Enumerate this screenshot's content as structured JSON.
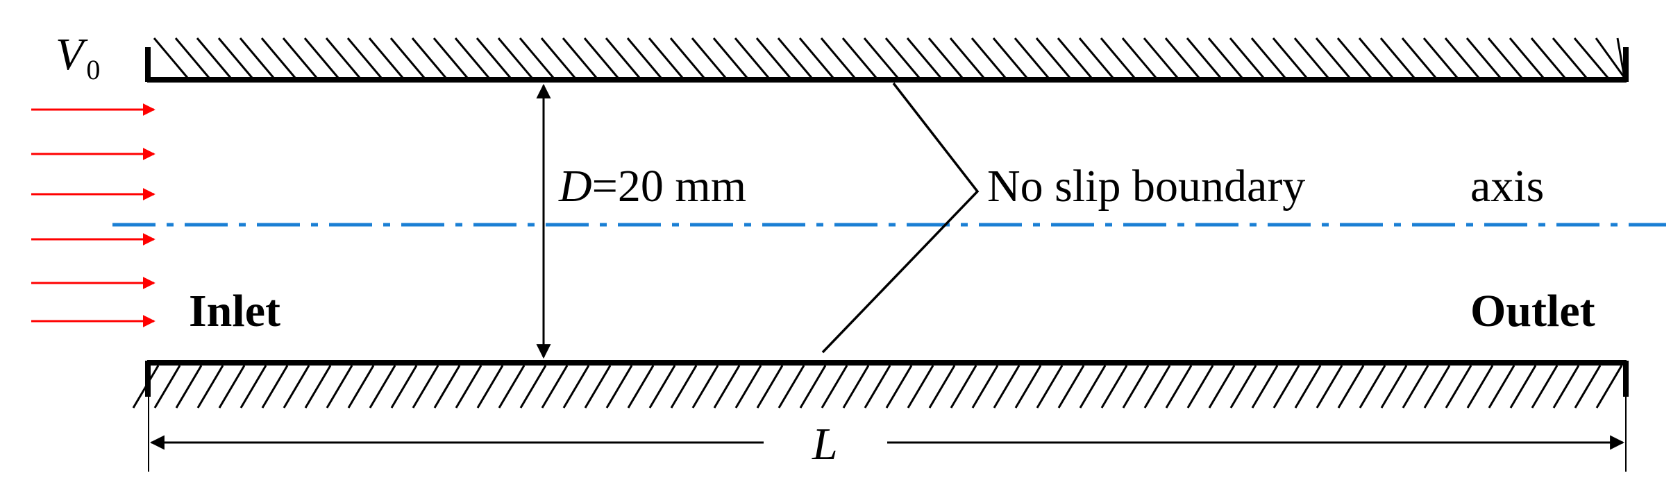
{
  "labels": {
    "velocity_symbol": "V",
    "velocity_subscript": "0",
    "diameter_symbol": "D",
    "diameter_value": "=20 mm",
    "wall_label": "No slip boundary",
    "axis_label": "axis",
    "inlet_label": "Inlet",
    "outlet_label": "Outlet",
    "length_symbol": "L"
  },
  "colors": {
    "wall": "#000000",
    "inflow_arrows": "#ff0000",
    "axis_line": "#1a7fd4"
  },
  "inflow_arrow_count": 6
}
